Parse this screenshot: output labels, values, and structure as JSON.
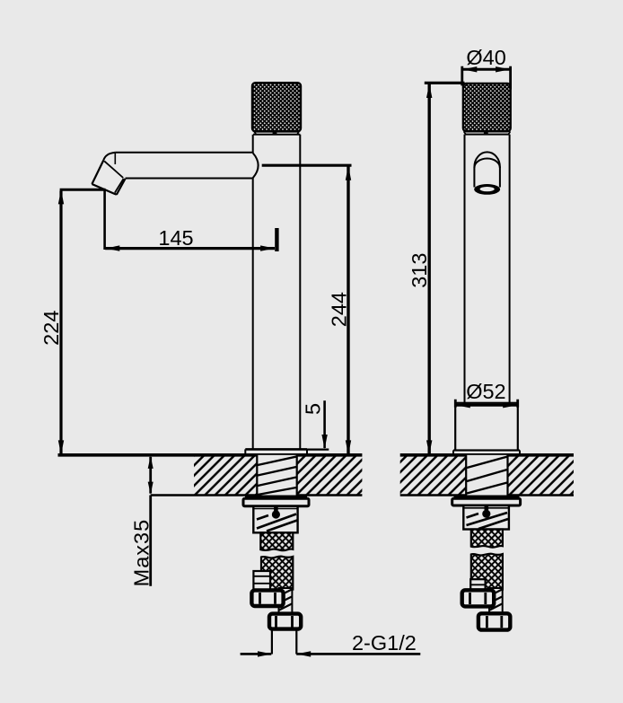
{
  "colors": {
    "background": "#e9e9e9",
    "line": "#000000"
  },
  "dimensions": {
    "spout_height": "224",
    "spout_reach": "145",
    "outlet_height": "244",
    "total_height": "313",
    "handle_diameter": "Ø40",
    "base_diameter": "Ø52",
    "base_plate_height": "5",
    "max_counter_thickness": "Max35",
    "inlet_thread": "2-G1/2"
  }
}
